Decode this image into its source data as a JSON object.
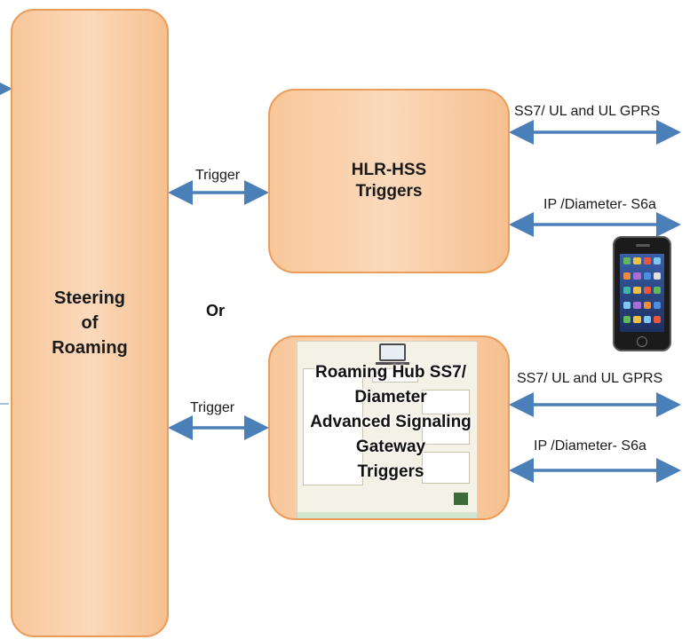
{
  "diagram": {
    "steering_box": {
      "label": "Steering\nof\nRoaming"
    },
    "hlr_box": {
      "label": "HLR-HSS\nTriggers"
    },
    "hub_box": {
      "label": "Roaming Hub SS7/\nDiameter\nAdvanced Signaling\nGateway\nTriggers"
    },
    "or_label": "Or",
    "trigger_top": "Trigger",
    "trigger_bottom": "Trigger",
    "hlr_ss7_label": "SS7/ UL and UL GPRS",
    "hlr_ip_label": "IP /Diameter- S6a",
    "hub_ss7_label": "SS7/ UL and UL GPRS",
    "hub_ip_label": "IP /Diameter- S6a"
  },
  "colors": {
    "box_fill": "#fbd9bb",
    "box_border": "#ec9b59",
    "arrow": "#4a7fb8"
  },
  "icons": {
    "phone": "smartphone-icon",
    "hub_background": "network-screenshot-thumbnail"
  }
}
